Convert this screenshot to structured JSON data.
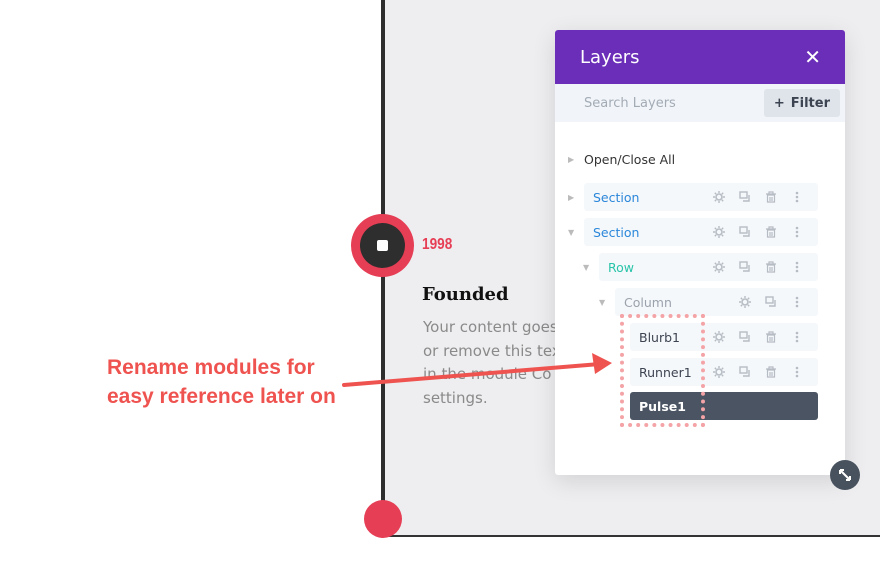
{
  "timeline": {
    "year": "1998",
    "title": "Founded",
    "body_lines": [
      "Your content goes",
      "or remove this tex",
      "in the module Co",
      "settings."
    ],
    "accent": "#e63e55"
  },
  "annotation": {
    "text": "Rename modules for easy reference later on",
    "color": "#ef5350"
  },
  "layers": {
    "title": "Layers",
    "close_icon": "close-icon",
    "search_placeholder": "Search Layers",
    "filter_label": "Filter",
    "open_close_all": "Open/Close All",
    "header_color": "#6a2eb8",
    "items": [
      {
        "label": "Section",
        "type": "section",
        "expanded": false,
        "color": "#2b87da",
        "icons": [
          "gear",
          "duplicate",
          "trash",
          "more"
        ]
      },
      {
        "label": "Section",
        "type": "section",
        "expanded": true,
        "color": "#2b87da",
        "icons": [
          "gear",
          "duplicate",
          "trash",
          "more"
        ]
      },
      {
        "label": "Row",
        "type": "row",
        "expanded": true,
        "color": "#29c4a9",
        "icons": [
          "gear",
          "duplicate",
          "trash",
          "more"
        ]
      },
      {
        "label": "Column",
        "type": "column",
        "expanded": true,
        "color": "#9aa2ac",
        "icons": [
          "gear",
          "duplicate",
          "more"
        ]
      },
      {
        "label": "Blurb1",
        "type": "module",
        "color": "#3d4451",
        "icons": [
          "gear",
          "duplicate",
          "trash",
          "more"
        ]
      },
      {
        "label": "Runner1",
        "type": "module",
        "color": "#3d4451",
        "icons": [
          "gear",
          "duplicate",
          "trash",
          "more"
        ]
      },
      {
        "label": "Pulse1",
        "type": "module",
        "selected": true,
        "color": "#ffffff",
        "icons": []
      }
    ]
  }
}
